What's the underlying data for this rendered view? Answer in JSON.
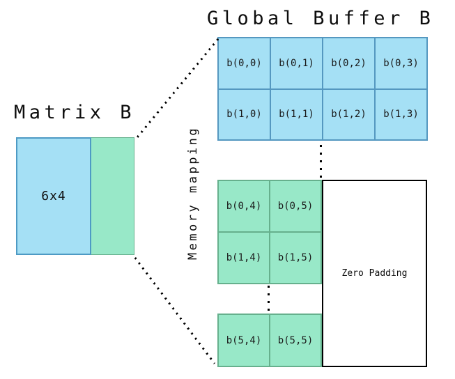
{
  "title": "Global Buffer B",
  "matrix": {
    "label": "Matrix B",
    "size": "6x4"
  },
  "memory_mapping_label": "Memory mapping",
  "grids": {
    "top": [
      [
        "b(0,0)",
        "b(0,1)",
        "b(0,2)",
        "b(0,3)"
      ],
      [
        "b(1,0)",
        "b(1,1)",
        "b(1,2)",
        "b(1,3)"
      ]
    ],
    "middle": [
      [
        "b(0,4)",
        "b(0,5)"
      ],
      [
        "b(1,4)",
        "b(1,5)"
      ]
    ],
    "bottom": [
      [
        "b(5,4)",
        "b(5,5)"
      ]
    ]
  },
  "zero_padding_label": "Zero Padding",
  "colors": {
    "buffer_fill_blue": "#A5E0F5",
    "buffer_stroke_blue": "#5598C0",
    "padding_fill_green": "#98E8C8",
    "padding_stroke_green": "#66B08D",
    "matrix_blue_stroke": "#4E9AC4",
    "zero_padding_fill": "#FFFFFF",
    "zero_padding_stroke": "#000000",
    "connector_color": "#000000"
  }
}
